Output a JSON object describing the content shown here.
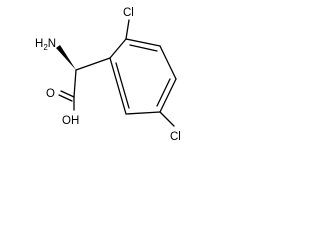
{
  "molecule": {
    "labels": {
      "amine_main": "H",
      "amine_sub": "2",
      "amine_tail": "N",
      "chloro_ortho": "Cl",
      "chloro_meta": "Cl",
      "carbonyl_o": "O",
      "hydroxyl": "OH"
    },
    "stereo_bond": "wedge",
    "colors": {
      "ink": "#000000",
      "background": "#ffffff"
    }
  }
}
